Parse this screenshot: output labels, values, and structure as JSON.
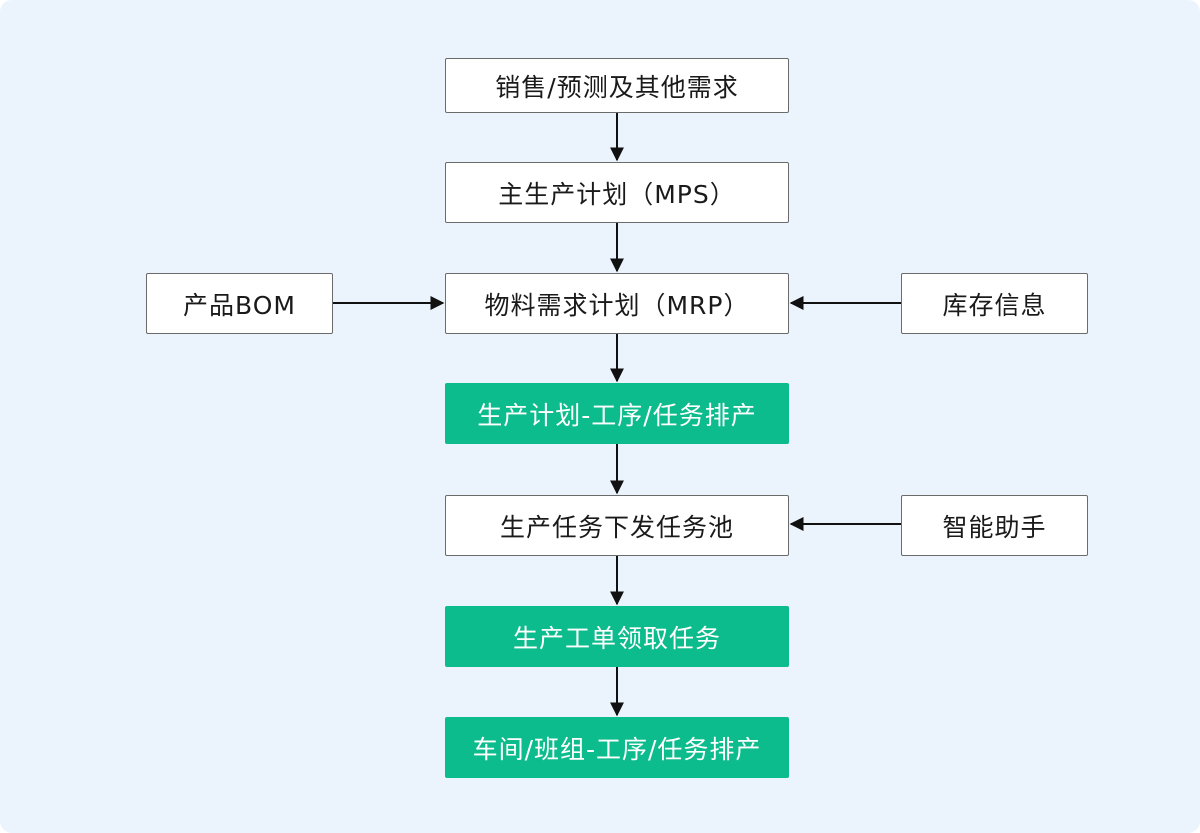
{
  "colors": {
    "background": "#ebf3fc",
    "highlight": "#0dbc8c",
    "arrow": "#111111"
  },
  "nodes": {
    "demand": "销售/预测及其他需求",
    "mps": "主生产计划（MPS）",
    "bom": "产品BOM",
    "mrp": "物料需求计划（MRP）",
    "inventory": "库存信息",
    "scheduling": "生产计划-工序/任务排产",
    "task_pool": "生产任务下发任务池",
    "assistant": "智能助手",
    "work_order": "生产工单领取任务",
    "workshop": "车间/班组-工序/任务排产"
  }
}
